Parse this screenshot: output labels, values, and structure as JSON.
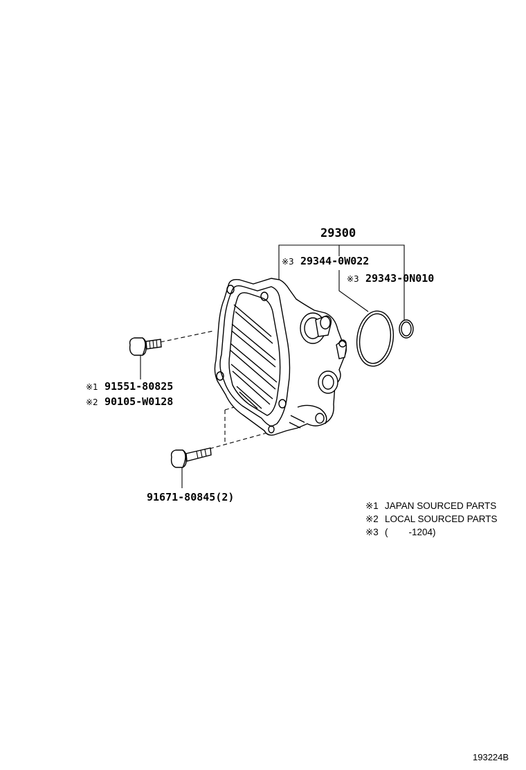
{
  "parts": {
    "assembly": "29300",
    "oring_large": {
      "mark": "※3",
      "number": "29344-0W022"
    },
    "oring_small": {
      "mark": "※3",
      "number": "29343-0N010"
    },
    "bolt_upper_1": {
      "mark": "※1",
      "number": "91551-80825"
    },
    "bolt_upper_2": {
      "mark": "※2",
      "number": "90105-W0128"
    },
    "bolt_lower": {
      "number": "91671-80845(2)"
    }
  },
  "legend": [
    {
      "mark": "※1",
      "text": "JAPAN SOURCED PARTS"
    },
    {
      "mark": "※2",
      "text": "LOCAL SOURCED PARTS"
    },
    {
      "mark": "※3",
      "text": "(        -1204)"
    }
  ],
  "reference": "193224B"
}
